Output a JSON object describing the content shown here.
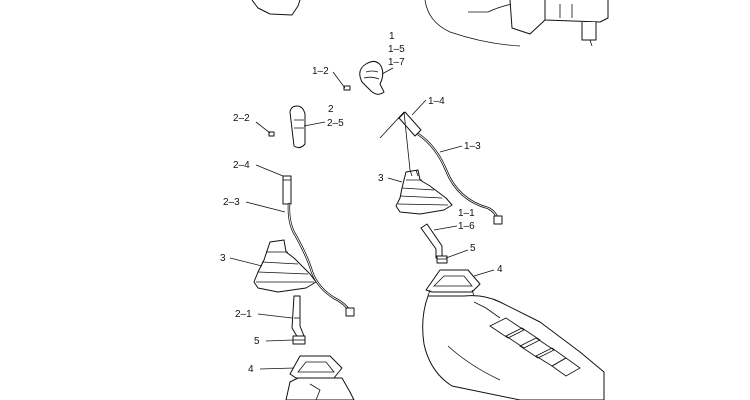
{
  "labels": {
    "l_1": "1",
    "l_1_5": "1–5",
    "l_1_7": "1–7",
    "l_1_2": "1–2",
    "l_1_4": "1–4",
    "l_1_3": "1–3",
    "l_3_right": "3",
    "l_1_1": "1–1",
    "l_1_6": "1–6",
    "l_5_right": "5",
    "l_4_right": "4",
    "l_2": "2",
    "l_2_5": "2–5",
    "l_2_2": "2–2",
    "l_2_4": "2–4",
    "l_2_3": "2–3",
    "l_3_left": "3",
    "l_2_1": "2–1",
    "l_5_left": "5",
    "l_4_left": "4"
  }
}
